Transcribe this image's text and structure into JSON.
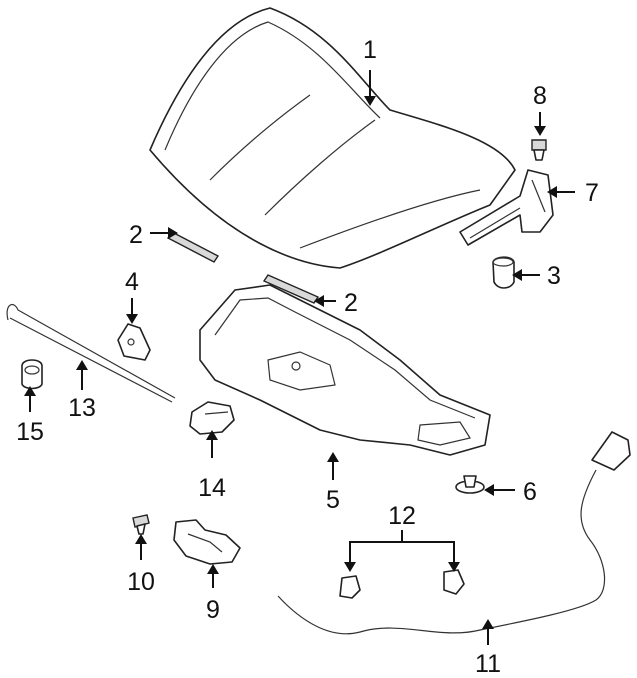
{
  "diagram": {
    "callouts": [
      {
        "id": "hood",
        "label": "1"
      },
      {
        "id": "seal-left",
        "label": "2"
      },
      {
        "id": "seal-right",
        "label": "2"
      },
      {
        "id": "bumper",
        "label": "3"
      },
      {
        "id": "striker",
        "label": "4"
      },
      {
        "id": "insulator",
        "label": "5"
      },
      {
        "id": "retainer",
        "label": "6"
      },
      {
        "id": "hinge",
        "label": "7"
      },
      {
        "id": "bolt-top",
        "label": "8"
      },
      {
        "id": "latch",
        "label": "9"
      },
      {
        "id": "bolt-latch",
        "label": "10"
      },
      {
        "id": "release-cable",
        "label": "11"
      },
      {
        "id": "clips",
        "label": "12"
      },
      {
        "id": "prop-rod",
        "label": "13"
      },
      {
        "id": "rod-holder",
        "label": "14"
      },
      {
        "id": "grommet",
        "label": "15"
      }
    ]
  }
}
